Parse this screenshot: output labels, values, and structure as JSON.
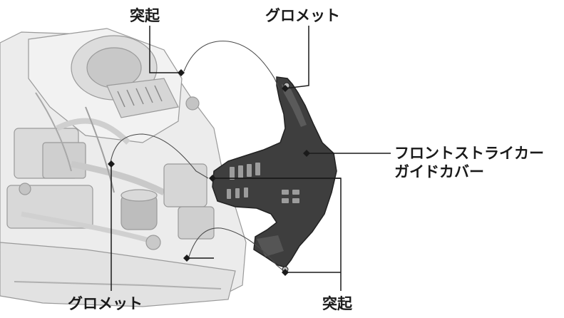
{
  "labels": {
    "protrusion_top": "突起",
    "grommet_top": "グロメット",
    "cover_line1": "フロントストライカー",
    "cover_line2": "ガイドカバー",
    "grommet_bottom": "グロメット",
    "protrusion_bottom": "突起"
  },
  "colors": {
    "text": "#1a1a1a",
    "leader": "#1a1a1a",
    "part_fill": "#3e3e3e",
    "engine_line": "#9a9a9a",
    "engine_fill": "#e4e4e4"
  },
  "icons": {
    "callout_marker": "diamond"
  }
}
